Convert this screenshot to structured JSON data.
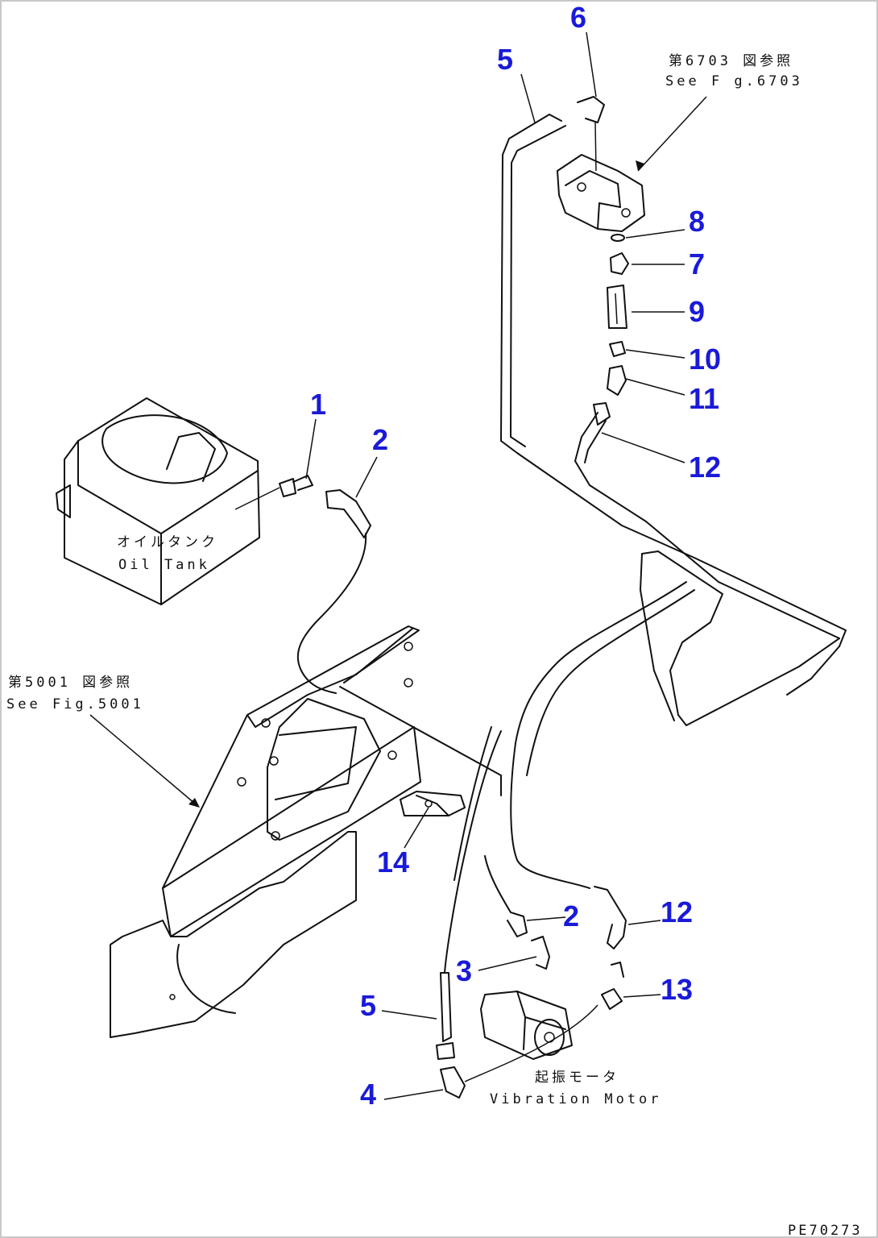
{
  "colors": {
    "callout": "#1a1ad8",
    "linework": "#111111",
    "background": "#ffffff"
  },
  "references": {
    "ref_6703_jp": "第6703 図参照",
    "ref_6703_en": "See F g.6703",
    "ref_5001_jp": "第5001 図参照",
    "ref_5001_en": "See Fig.5001"
  },
  "components": {
    "oil_tank_jp": "オイルタンク",
    "oil_tank_en": "Oil Tank",
    "motor_jp": "起振モータ",
    "motor_en": "Vibration Motor"
  },
  "callouts": {
    "c1": "1",
    "c2a": "2",
    "c2b": "2",
    "c3": "3",
    "c4": "4",
    "c5a": "5",
    "c5b": "5",
    "c6": "6",
    "c7": "7",
    "c8": "8",
    "c9": "9",
    "c10": "10",
    "c11": "11",
    "c12a": "12",
    "c12b": "12",
    "c13": "13",
    "c14": "14"
  },
  "drawing_code": "PE70273"
}
